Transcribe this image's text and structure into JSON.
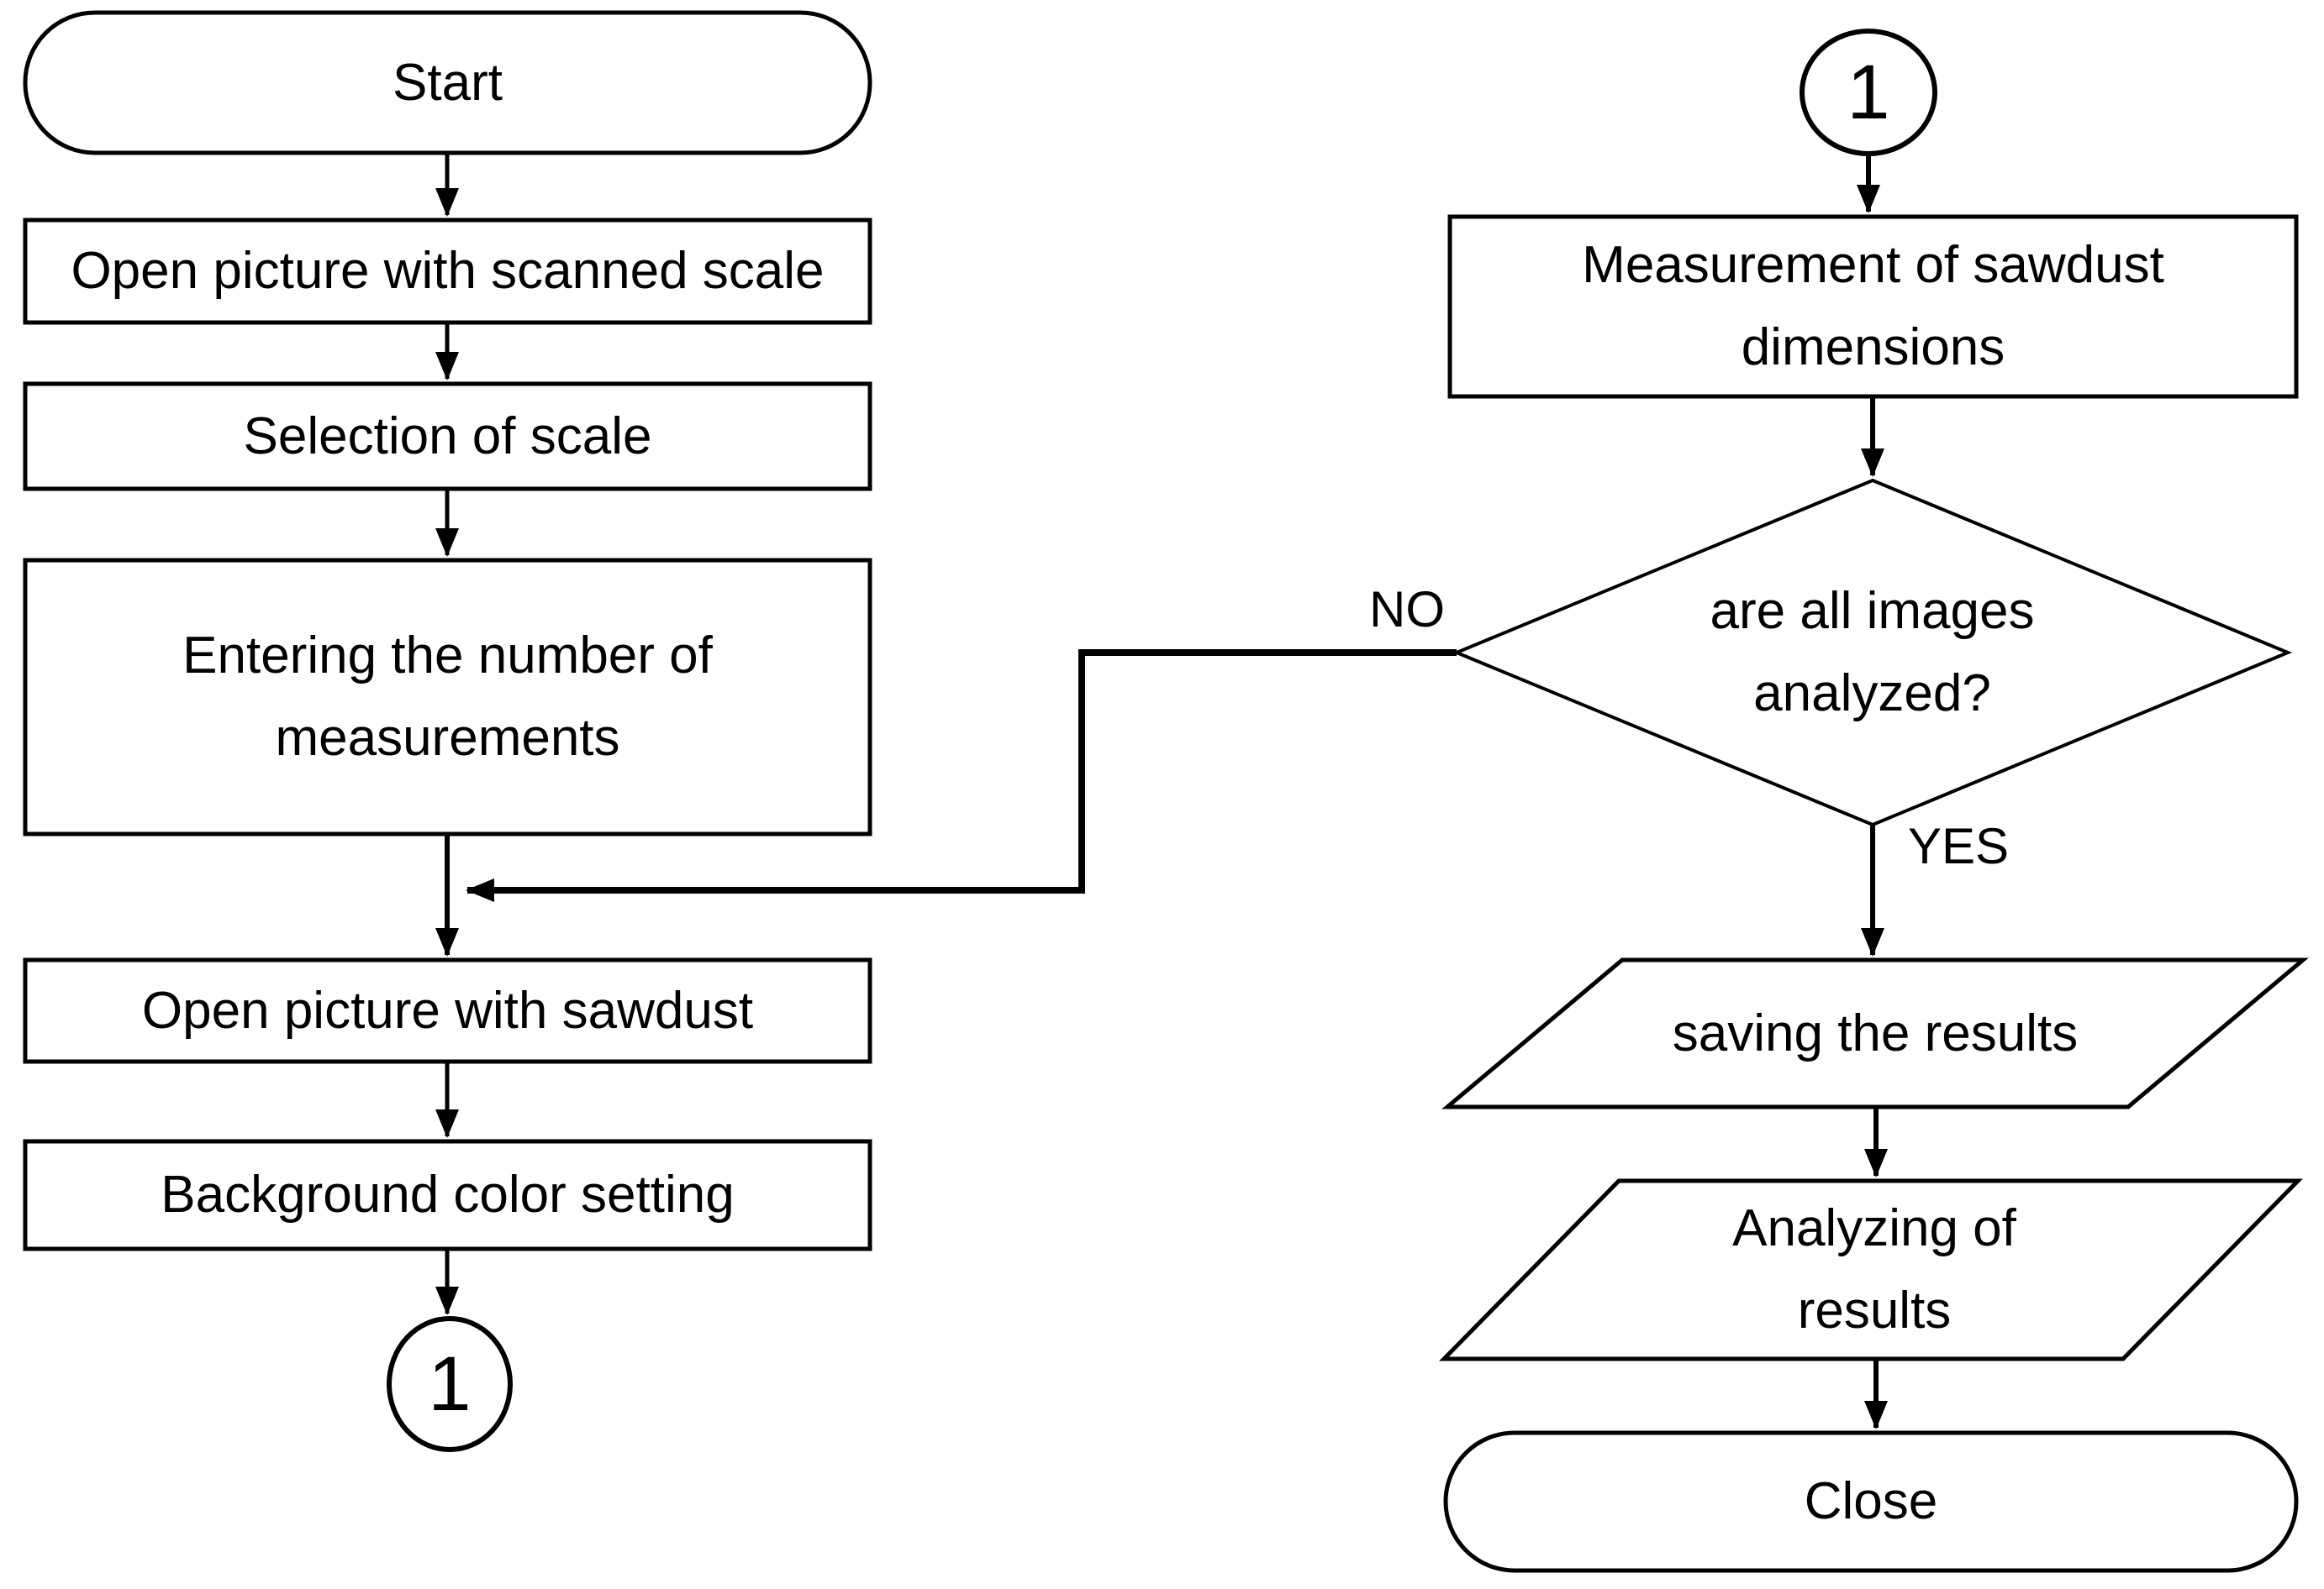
{
  "diagram": {
    "type": "flowchart",
    "background_color": "#ffffff",
    "stroke_color": "#000000",
    "left_column": {
      "start_label": "Start",
      "open_scanned_label": "Open picture with scanned scale",
      "selection_scale_label": "Selection of scale",
      "entering_number_label": "Entering the number of\nmeasurements",
      "open_sawdust_label": "Open picture with sawdust",
      "background_color_label": "Background color setting",
      "connector_label": "1"
    },
    "right_column": {
      "connector_label": "1",
      "measurement_label": "Measurement of sawdust\ndimensions",
      "decision_label": "are all images\nanalyzed?",
      "no_branch_label": "NO",
      "yes_branch_label": "YES",
      "saving_label": "saving the results",
      "analyzing_label": "Analyzing of\nresults",
      "close_label": "Close"
    }
  }
}
